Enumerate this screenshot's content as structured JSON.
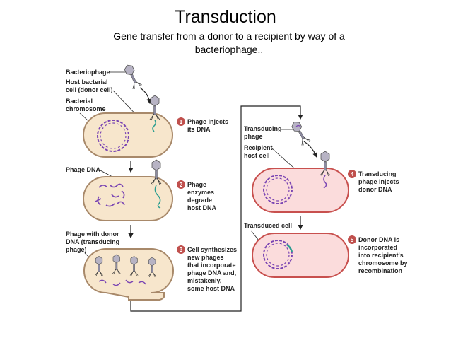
{
  "header": {
    "title": "Transduction",
    "subtitle": "Gene transfer from a donor to a recipient by way of a bacteriophage.."
  },
  "left_labels": {
    "bacteriophage": "Bacteriophage",
    "host_line1": "Host bacterial",
    "host_line2": "cell (donor cell)",
    "chrom_line1": "Bacterial",
    "chrom_line2": "chromosome",
    "phage_dna": "Phage DNA",
    "donor_line1": "Phage with donor",
    "donor_line2": "DNA (transducing",
    "donor_line3": "phage)"
  },
  "right_labels": {
    "transducing_line1": "Transducing",
    "transducing_line2": "phage",
    "recipient_line1": "Recipient",
    "recipient_line2": "host cell",
    "transduced": "Transduced cell"
  },
  "steps": [
    {
      "number": "1",
      "line1": "Phage injects",
      "line2": "its DNA",
      "line3": "",
      "line4": "",
      "line5": "",
      "line6": ""
    },
    {
      "number": "2",
      "line1": "Phage",
      "line2": "enzymes",
      "line3": "degrade",
      "line4": "host DNA",
      "line5": "",
      "line6": ""
    },
    {
      "number": "3",
      "line1": "Cell synthesizes",
      "line2": "new phages",
      "line3": "that incorporate",
      "line4": "phage DNA and,",
      "line5": "mistakenly,",
      "line6": "some host DNA"
    },
    {
      "number": "4",
      "line1": "Transducing",
      "line2": "phage injects",
      "line3": "donor DNA",
      "line4": "",
      "line5": "",
      "line6": ""
    },
    {
      "number": "5",
      "line1": "Donor DNA is",
      "line2": "incorporated",
      "line3": "into recipient's",
      "line4": "chromosome by",
      "line5": "recombination",
      "line6": ""
    }
  ],
  "colors": {
    "donor_cell_fill": "#f7e6cc",
    "donor_cell_stroke": "#a8896a",
    "recipient_cell_fill": "#fbdcdc",
    "recipient_cell_stroke": "#c8504e",
    "chromosome": "#7a45b3",
    "phage_dna": "#2a9d8f",
    "step_badge": "#c0504d"
  }
}
